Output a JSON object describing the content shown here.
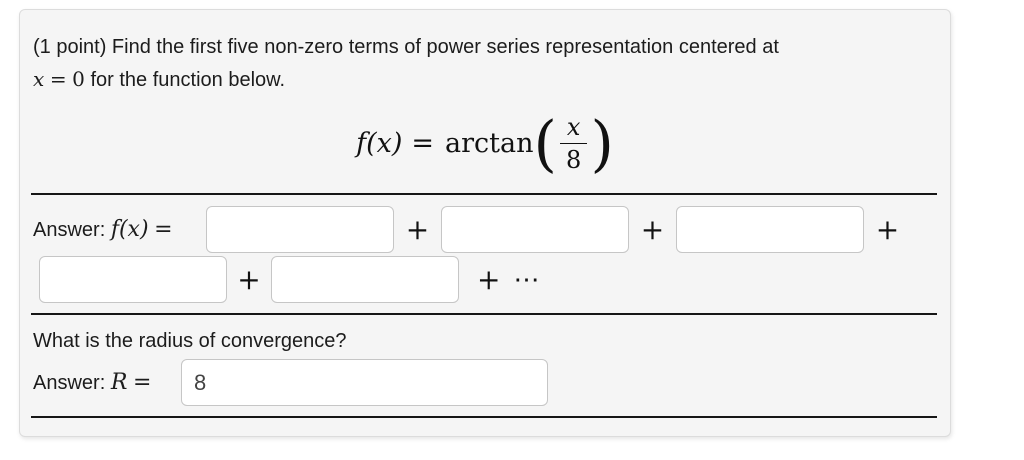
{
  "colors": {
    "page_bg": "#ffffff",
    "panel_bg": "#f5f5f5",
    "panel_border": "#dcdcdc",
    "text": "#1c1c1c",
    "rule": "#161616",
    "input_border": "#c6c6c6",
    "input_text": "#444444"
  },
  "problem": {
    "statement_line1": "(1 point) Find the first five non-zero terms of power series representation centered at",
    "statement_var": "x",
    "statement_eq": "=",
    "statement_zero": "0",
    "statement_line2_text": "for the function below."
  },
  "formula": {
    "lhs": "f(x)",
    "equals": "=",
    "func": "arctan",
    "paren_open": "(",
    "paren_close": ")",
    "numerator": "x",
    "denominator": "8"
  },
  "series_answer": {
    "label": "Answer:",
    "math_label": "f(x)",
    "equals": "=",
    "plus": "+",
    "ellipsis": "⋯",
    "inputs": [
      "",
      "",
      "",
      "",
      ""
    ]
  },
  "radius": {
    "question": "What is the radius of convergence?",
    "label": "Answer:",
    "math_label": "R",
    "equals": "=",
    "value": "8"
  }
}
